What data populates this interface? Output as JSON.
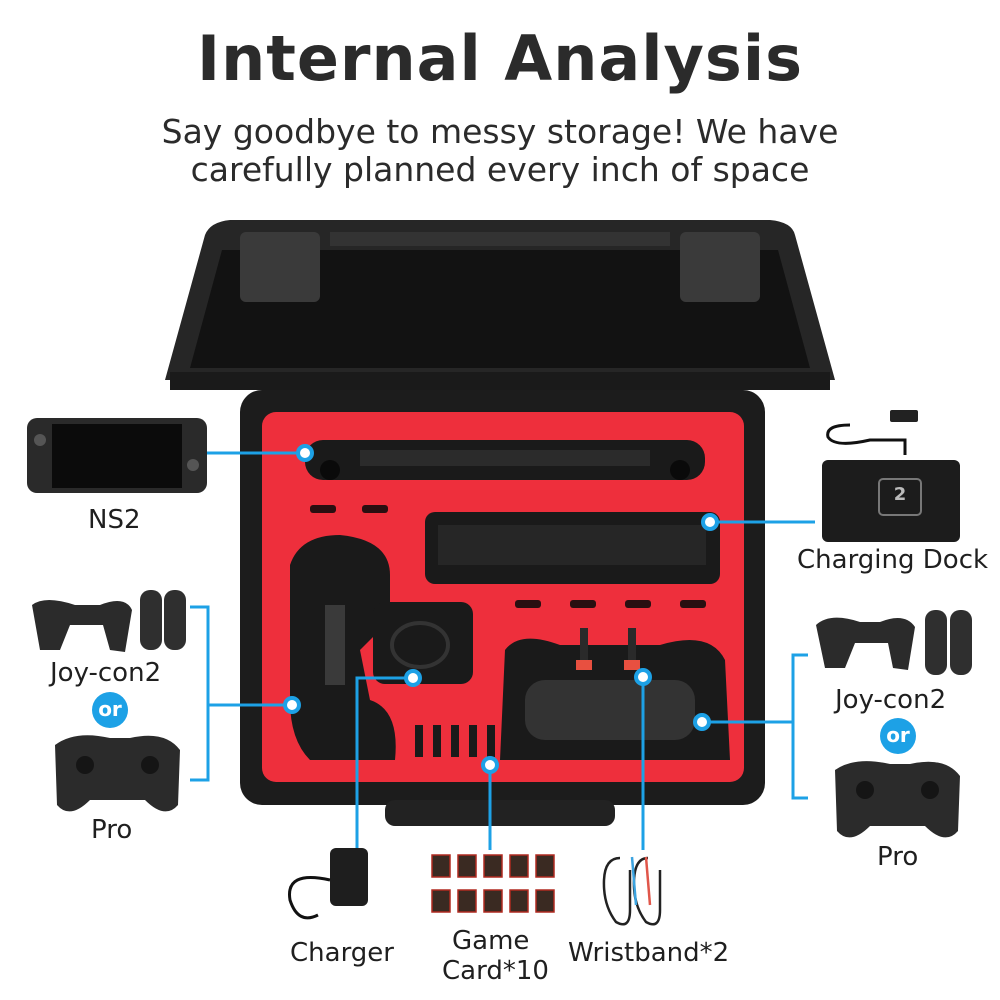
{
  "title": "Internal Analysis",
  "subtitle_line1": "Say goodbye to messy storage! We have",
  "subtitle_line2": "carefully planned every inch of space",
  "labels": {
    "ns2": "NS2",
    "charging_dock": "Charging Dock",
    "joycon_left": "Joy-con2",
    "or_left": "or",
    "pro_left": "Pro",
    "joycon_right": "Joy-con2",
    "or_right": "or",
    "pro_right": "Pro",
    "charger": "Charger",
    "game_card_line1": "Game",
    "game_card_line2": "Card*10",
    "wristband": "Wristband*2"
  },
  "dock_logo": "2",
  "colors": {
    "accent": "#1da1e6",
    "foam": "#ee2f3c",
    "case": "#1c1c1c"
  }
}
